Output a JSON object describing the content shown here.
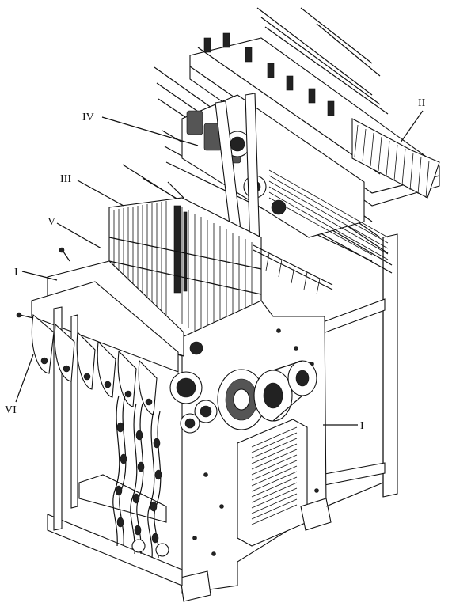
{
  "labels": {
    "I_top": "I",
    "I_right": "I",
    "II": "II",
    "III": "III",
    "IV": "IV",
    "V": "V",
    "VI": "VI"
  }
}
